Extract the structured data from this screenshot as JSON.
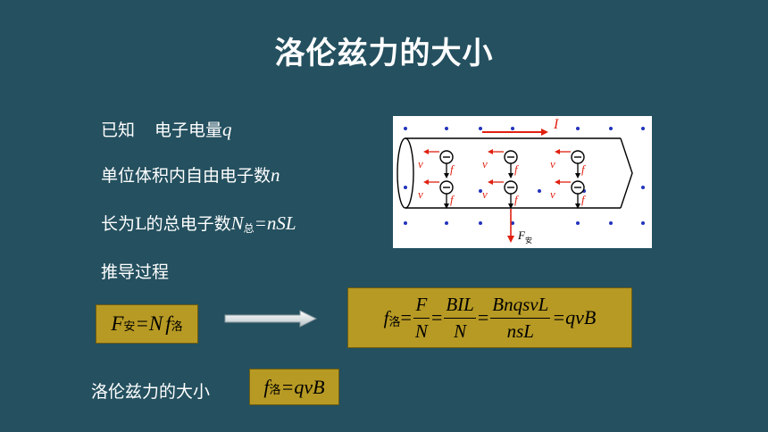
{
  "title": "洛伦兹力的大小",
  "known": {
    "label": "已知",
    "item": "电子电量",
    "var": "q"
  },
  "density": {
    "text": "单位体积内自由电子数",
    "var": "n"
  },
  "total": {
    "prefix": "长为L的总电子数",
    "sym": "N",
    "sub": "总",
    "rhs": "=nSL"
  },
  "derive": "推导过程",
  "box1": {
    "F": "F",
    "F_sub": "安",
    "eq": "=N",
    "f": "f",
    "f_sub": "洛"
  },
  "box2": {
    "f": "f",
    "f_sub": "洛",
    "eq": "=",
    "frac1": {
      "num": "F",
      "den": "N"
    },
    "frac2": {
      "num": "BIL",
      "den": "N"
    },
    "frac3": {
      "num": "BnqsvL",
      "den": "nsL"
    },
    "tail": "=qvB"
  },
  "result": {
    "label": "洛伦兹力的大小",
    "f": "f",
    "f_sub": "洛",
    "rhs": "=qvB"
  },
  "figure": {
    "current_label": "I",
    "velocity_label": "v",
    "force_label": "f",
    "total_force_label": "F",
    "total_force_sub": "安",
    "electron_sign": "−"
  }
}
